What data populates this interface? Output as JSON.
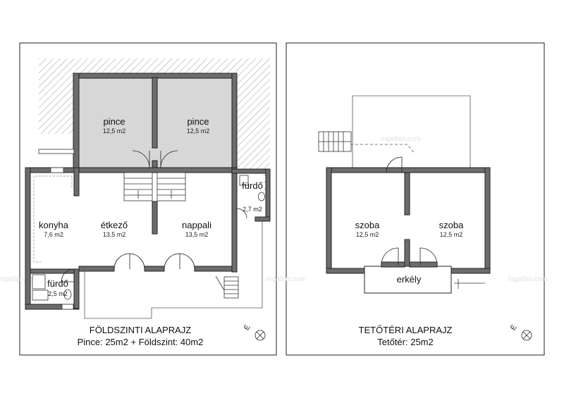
{
  "watermark": "ingatlan.com",
  "ground_floor": {
    "title": "FÖLDSZINTI ALAPRAJZ",
    "subtitle": "Pince: 25m2 + Földszint: 40m2",
    "rooms": [
      {
        "name": "pince",
        "area": "12,5 m2"
      },
      {
        "name": "pince",
        "area": "12,5 m2"
      },
      {
        "name": "konyha",
        "area": "7,6 m2"
      },
      {
        "name": "étkező",
        "area": "13,5 m2"
      },
      {
        "name": "nappali",
        "area": "13,5 m2"
      },
      {
        "name": "fürdő",
        "area": "2,7 m2"
      },
      {
        "name": "fürdő",
        "area": "2,5 m2"
      }
    ],
    "compass_label": "É"
  },
  "attic_floor": {
    "title": "TETŐTÉRI ALAPRAJZ",
    "subtitle": "Tetőtér: 25m2",
    "rooms": [
      {
        "name": "szoba",
        "area": "12,5 m2"
      },
      {
        "name": "szoba",
        "area": "12,5 m2"
      },
      {
        "name": "erkély",
        "area": ""
      }
    ],
    "compass_label": "É"
  }
}
